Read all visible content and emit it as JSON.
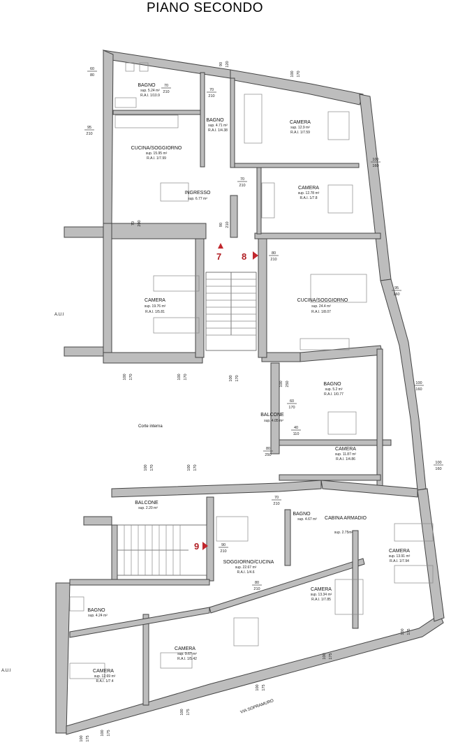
{
  "title": "PIANO SECONDO",
  "labels": {
    "aui_top": "A.U.I",
    "aui_bottom": "A.U.I",
    "courtyard": "Corte interna",
    "street": "VIA SOPRAMURO"
  },
  "units": [
    {
      "number": "7"
    },
    {
      "number": "8"
    },
    {
      "number": "9"
    }
  ],
  "rooms": [
    {
      "name": "BAGNO",
      "sup": "sup. 5.24 m²",
      "rai": "R.A.I. 1/10.9"
    },
    {
      "name": "BAGNO",
      "sup": "sup. 4.71 m²",
      "rai": "R.A.I. 1/4.38"
    },
    {
      "name": "CAMERA",
      "sup": "sup. 12.9 m²",
      "rai": "R.A.I. 1/7.59"
    },
    {
      "name": "CUCINA/SOGGIORNO",
      "sup": "sup. 15.95 m²",
      "rai": "R.A.I. 1/7.99"
    },
    {
      "name": "INGRESSO",
      "sup": "sup. 6.77 m²",
      "rai": ""
    },
    {
      "name": "CAMERA",
      "sup": "sup. 12.78 m²",
      "rai": "R.A.I. 1/7.8"
    },
    {
      "name": "CAMERA",
      "sup": "sup. 19.76 m²",
      "rai": "R.A.I. 1/5.81"
    },
    {
      "name": "CUCINA/SOGGIORNO",
      "sup": "sup. 24.4 m²",
      "rai": "R.A.I. 1/8.07"
    },
    {
      "name": "BAGNO",
      "sup": "sup. 5.2 m²",
      "rai": "R.A.I. 1/0.77"
    },
    {
      "name": "BALCONE",
      "sup": "sup. 4.05 m²",
      "rai": ""
    },
    {
      "name": "CAMERA",
      "sup": "sup. 11.87 m²",
      "rai": "R.A.I. 1/4.86"
    },
    {
      "name": "BALCONE",
      "sup": "sup. 2.20 m²",
      "rai": ""
    },
    {
      "name": "BAGNO",
      "sup": "sup. 4.67 m²",
      "rai": ""
    },
    {
      "name": "CABINA ARMADIO",
      "sup": "sup. 2.75m²",
      "rai": ""
    },
    {
      "name": "SOGGIORNO/CUCINA",
      "sup": "sup. 22.67 m²",
      "rai": "R.A.I. 1/4.6"
    },
    {
      "name": "CAMERA",
      "sup": "sup. 13.91 m²",
      "rai": "R.A.I. 1/7.94"
    },
    {
      "name": "CAMERA",
      "sup": "sup. 13.34 m²",
      "rai": "R.A.I. 1/7.85"
    },
    {
      "name": "BAGNO",
      "sup": "sup. 4.24 m²",
      "rai": ""
    },
    {
      "name": "CAMERA",
      "sup": "sup. 9.67 m²",
      "rai": "R.A.I. 1/5.42"
    },
    {
      "name": "CAMERA",
      "sup": "sup. 12.69 m²",
      "rai": "R.A.I. 1/7.4"
    }
  ],
  "dimensions": [
    {
      "top": "60",
      "bottom": "80"
    },
    {
      "top": "90",
      "bottom": "120"
    },
    {
      "top": "100",
      "bottom": "170"
    },
    {
      "top": "70",
      "bottom": "210"
    },
    {
      "top": "70",
      "bottom": "210"
    },
    {
      "top": "95",
      "bottom": "210"
    },
    {
      "top": "100",
      "bottom": "160"
    },
    {
      "top": "70",
      "bottom": "210"
    },
    {
      "top": "70",
      "bottom": "200"
    },
    {
      "top": "90",
      "bottom": "210"
    },
    {
      "top": "80",
      "bottom": "210"
    },
    {
      "top": "95",
      "bottom": "160"
    },
    {
      "top": "100",
      "bottom": "170"
    },
    {
      "top": "100",
      "bottom": "170"
    },
    {
      "top": "100",
      "bottom": "170"
    },
    {
      "top": "100",
      "bottom": "250"
    },
    {
      "top": "60",
      "bottom": "170"
    },
    {
      "top": "40",
      "bottom": "110"
    },
    {
      "top": "100",
      "bottom": "160"
    },
    {
      "top": "80",
      "bottom": "250"
    },
    {
      "top": "100",
      "bottom": "160"
    },
    {
      "top": "100",
      "bottom": "170"
    },
    {
      "top": "100",
      "bottom": "170"
    },
    {
      "top": "70",
      "bottom": "210"
    },
    {
      "top": "90",
      "bottom": "210"
    },
    {
      "top": "80",
      "bottom": "210"
    },
    {
      "top": "100",
      "bottom": "175"
    },
    {
      "top": "100",
      "bottom": "175"
    },
    {
      "top": "100",
      "bottom": "175"
    },
    {
      "top": "100",
      "bottom": "175"
    },
    {
      "top": "100",
      "bottom": "175"
    },
    {
      "top": "100",
      "bottom": "175"
    }
  ]
}
